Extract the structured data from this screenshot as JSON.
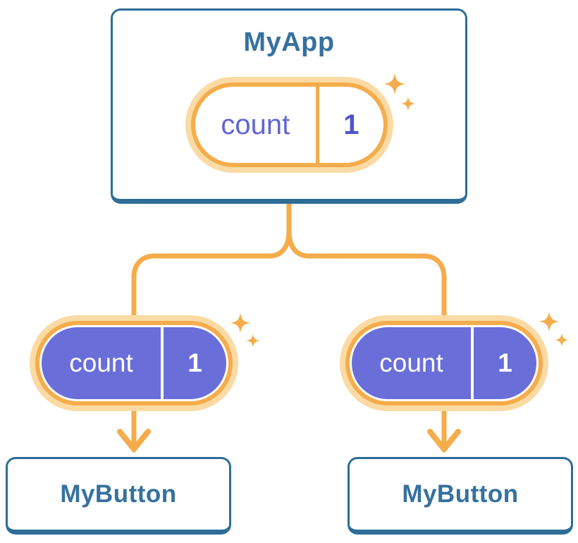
{
  "palette": {
    "card-border": "#2E6D97",
    "title-text": "#35719F",
    "orange": "#F5AC4B",
    "cream": "#FBDAA4",
    "purple-fill": "#6A6ED9",
    "pill-text-purple": "#6165D4",
    "pill-value-purple": "#5054CB",
    "pill-text-white": "#FFFFFF",
    "card-bg": "#FFFFFF",
    "page-bg": "#FFFFFF"
  },
  "icons": {
    "sparkle": "four-point-star ✦",
    "arrow": "downward chevron arrow ↓"
  },
  "diagram": {
    "root": {
      "title": "MyApp",
      "state": {
        "label": "count",
        "value": "1"
      }
    },
    "children": [
      {
        "title": "MyButton",
        "state": {
          "label": "count",
          "value": "1"
        }
      },
      {
        "title": "MyButton",
        "state": {
          "label": "count",
          "value": "1"
        }
      }
    ]
  }
}
